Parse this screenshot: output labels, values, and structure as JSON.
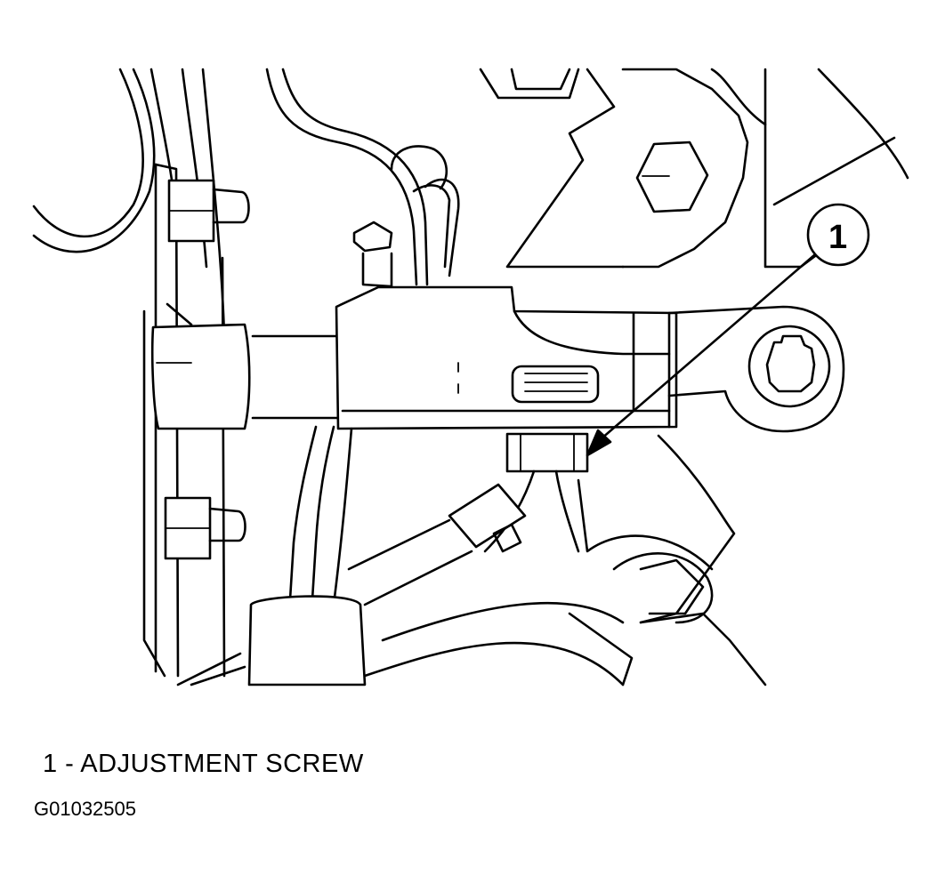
{
  "callout": {
    "number": "1"
  },
  "legend": {
    "text": "1 - ADJUSTMENT SCREW"
  },
  "figure_id": "G01032505"
}
